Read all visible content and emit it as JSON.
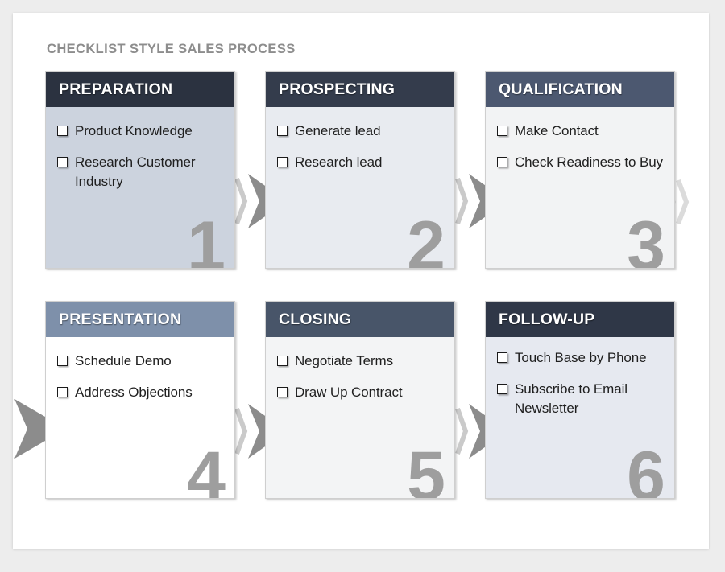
{
  "title": "CHECKLIST STYLE SALES PROCESS",
  "colors": {
    "page_background": "#ededed",
    "canvas": "#ffffff",
    "title_text": "#8d8d8d",
    "arrow_gray": "#8c8c8c",
    "step_number_gray": "#9e9e9e"
  },
  "cards": [
    {
      "number": "1",
      "title": "PREPARATION",
      "header_color": "#2b3240",
      "body_color": "#ccd3de",
      "items": [
        "Product Knowledge",
        "Research Customer Industry"
      ]
    },
    {
      "number": "2",
      "title": "PROSPECTING",
      "header_color": "#343c4c",
      "body_color": "#e8ebf0",
      "items": [
        "Generate lead",
        "Research lead"
      ]
    },
    {
      "number": "3",
      "title": "QUALIFICATION",
      "header_color": "#4c5870",
      "body_color": "#f2f3f4",
      "items": [
        "Make Contact",
        "Check Readiness to Buy"
      ]
    },
    {
      "number": "4",
      "title": "PRESENTATION",
      "header_color": "#7e90aa",
      "body_color": "#ffffff",
      "items": [
        "Schedule Demo",
        "Address Objections"
      ]
    },
    {
      "number": "5",
      "title": "CLOSING",
      "header_color": "#485569",
      "body_color": "#f3f4f5",
      "items": [
        "Negotiate Terms",
        "Draw Up Contract"
      ]
    },
    {
      "number": "6",
      "title": "FOLLOW-UP",
      "header_color": "#2f3747",
      "body_color": "#e6e9f0",
      "items": [
        "Touch Base by Phone",
        "Subscribe to Email Newsletter"
      ]
    }
  ]
}
